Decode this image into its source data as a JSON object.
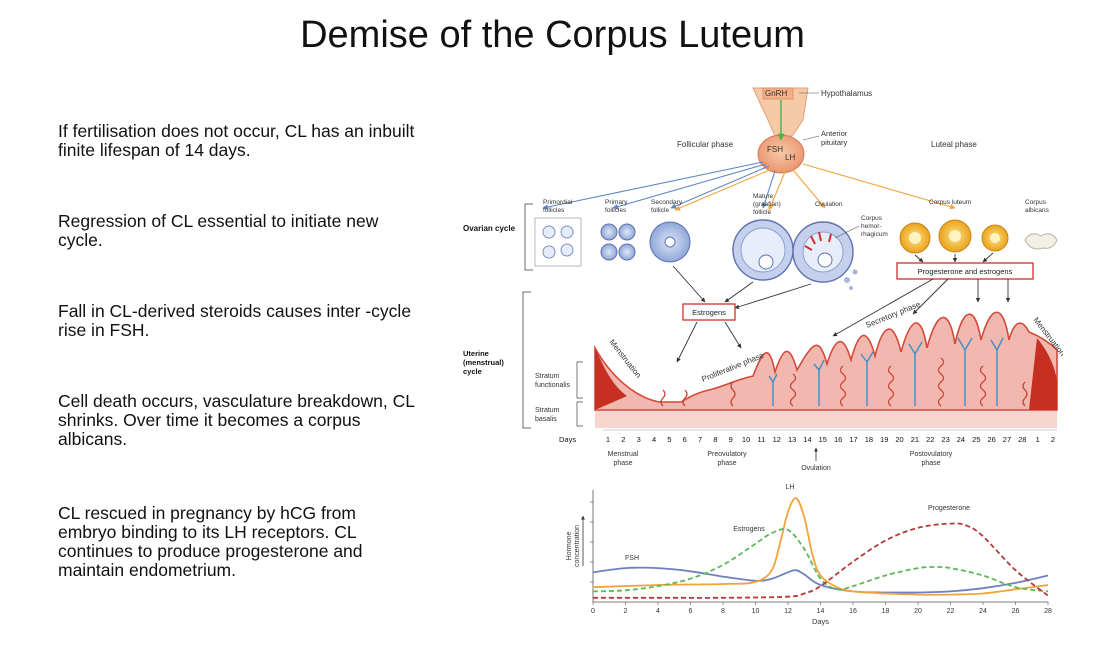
{
  "title": "Demise of the Corpus Luteum",
  "bullets": [
    "If fertilisation does not occur, CL has an inbuilt finite lifespan of 14 days.",
    "Regression of CL essential to initiate new cycle.",
    "Fall in CL-derived steroids causes inter -cycle rise in FSH.",
    "Cell death occurs, vasculature breakdown, CL shrinks.  Over time it becomes a corpus albicans.",
    "CL rescued in pregnancy by hCG from embryo binding to its LH receptors. CL continues to produce progesterone and maintain endometrium."
  ],
  "figure": {
    "hypothalamus": {
      "gnrh": "GnRH",
      "label": "Hypothalamus"
    },
    "pituitary": {
      "fsh": "FSH",
      "lh": "LH",
      "label_line1": "Anterior",
      "label_line2": "pituitary"
    },
    "phases": {
      "follicular": "Follicular phase",
      "luteal": "Luteal phase"
    },
    "ovarian_cycle_label": "Ovarian cycle",
    "follicles": {
      "primordial": [
        "Primordial",
        "follicles"
      ],
      "primary": [
        "Primary",
        "follicles"
      ],
      "secondary": [
        "Secondary",
        "follicle"
      ],
      "mature": [
        "Mature",
        "(graafian)",
        "follicle"
      ],
      "ovulation": "Ovulation",
      "hemorrhagicum": [
        "Corpus",
        "hemor-",
        "rhagicum"
      ],
      "luteum": "Corpus luteum",
      "albicans": [
        "Corpus",
        "albicans"
      ]
    },
    "estrogens_box": "Estrogens",
    "prog_box": "Progesterone and estrogens",
    "uterine_label": [
      "Uterine",
      "(menstrual)",
      "cycle"
    ],
    "stratum_functionalis": [
      "Stratum",
      "functionalis"
    ],
    "stratum_basalis": [
      "Stratum",
      "basalis"
    ],
    "uterine_phases": {
      "menstruation": "Menstruation",
      "proliferative": "Proliferative phase",
      "secretory": "Secretory phase"
    },
    "days_label": "Days",
    "day_numbers": [
      "1",
      "2",
      "3",
      "4",
      "5",
      "6",
      "7",
      "8",
      "9",
      "10",
      "11",
      "12",
      "13",
      "14",
      "15",
      "16",
      "17",
      "18",
      "19",
      "20",
      "21",
      "22",
      "23",
      "24",
      "25",
      "26",
      "27",
      "28",
      "1",
      "2"
    ],
    "bottom_phases": {
      "menstrual": [
        "Menstrual",
        "phase"
      ],
      "preovulatory": [
        "Preovulatory",
        "phase"
      ],
      "ovulation": "Ovulation",
      "postovulatory": [
        "Postovulatory",
        "phase"
      ]
    }
  },
  "chart_data": {
    "type": "line",
    "ylabel": "Hormone concentration",
    "xlabel": "Days",
    "xlim": [
      0,
      28
    ],
    "xticks": [
      0,
      2,
      4,
      6,
      8,
      10,
      12,
      14,
      16,
      18,
      20,
      22,
      24,
      26,
      28
    ],
    "series": [
      {
        "name": "FSH",
        "color": "#6f7fbf",
        "style": "solid",
        "x": [
          0,
          2,
          4,
          6,
          8,
          10,
          11,
          12,
          12.5,
          13,
          14,
          16,
          18,
          20,
          22,
          24,
          26,
          28
        ],
        "y": [
          0.28,
          0.32,
          0.32,
          0.29,
          0.24,
          0.2,
          0.22,
          0.28,
          0.3,
          0.26,
          0.16,
          0.1,
          0.09,
          0.09,
          0.1,
          0.13,
          0.18,
          0.25
        ]
      },
      {
        "name": "LH",
        "color": "#f2a33a",
        "style": "solid",
        "x": [
          0,
          4,
          8,
          10,
          11,
          11.5,
          12,
          12.5,
          13,
          13.5,
          14,
          15,
          16,
          18,
          20,
          22,
          24,
          26,
          28
        ],
        "y": [
          0.14,
          0.16,
          0.17,
          0.19,
          0.3,
          0.55,
          0.85,
          0.98,
          0.8,
          0.45,
          0.25,
          0.14,
          0.1,
          0.08,
          0.07,
          0.07,
          0.08,
          0.12,
          0.16
        ]
      },
      {
        "name": "Estrogens",
        "color": "#5db85b",
        "style": "dashed",
        "x": [
          0,
          2,
          4,
          6,
          8,
          10,
          11,
          12,
          13,
          14,
          15,
          16,
          18,
          20,
          21,
          22,
          24,
          26,
          28
        ],
        "y": [
          0.1,
          0.11,
          0.15,
          0.22,
          0.35,
          0.55,
          0.65,
          0.68,
          0.5,
          0.22,
          0.12,
          0.15,
          0.25,
          0.32,
          0.33,
          0.32,
          0.25,
          0.14,
          0.1
        ]
      },
      {
        "name": "Progesterone",
        "color": "#b33a3a",
        "style": "dashed",
        "x": [
          0,
          4,
          8,
          12,
          13,
          14,
          16,
          18,
          20,
          22,
          23,
          24,
          26,
          28
        ],
        "y": [
          0.04,
          0.04,
          0.04,
          0.05,
          0.08,
          0.15,
          0.38,
          0.58,
          0.7,
          0.74,
          0.72,
          0.62,
          0.3,
          0.06
        ]
      }
    ]
  }
}
